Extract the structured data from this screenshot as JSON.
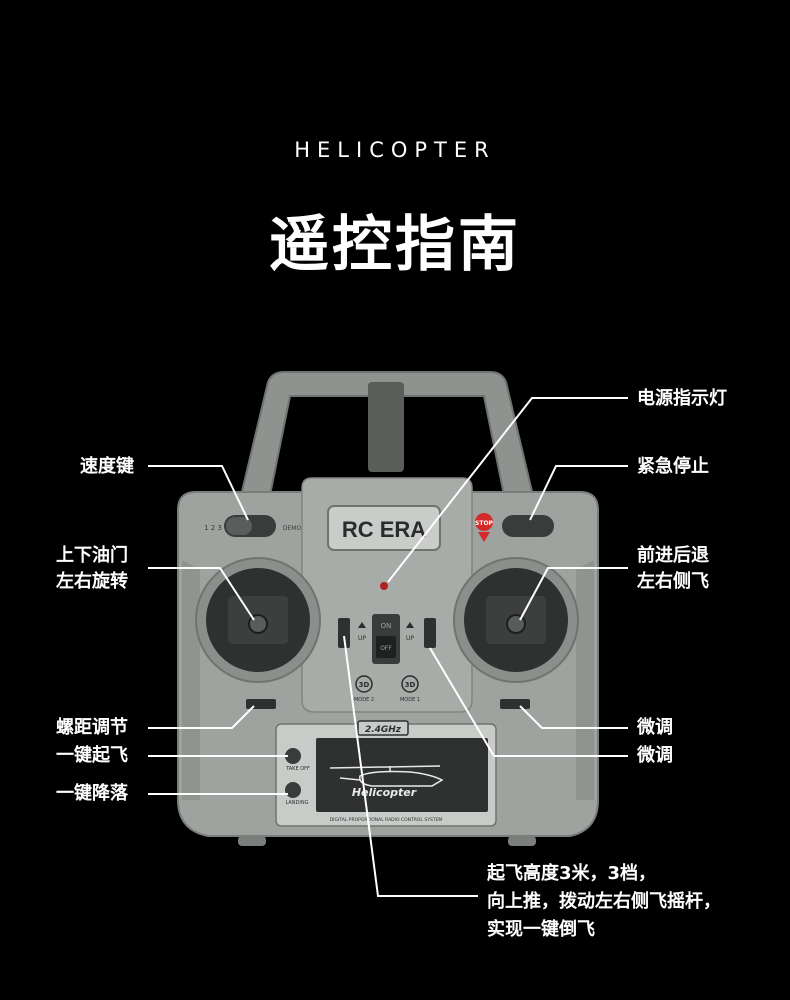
{
  "header": {
    "kicker": "HELICOPTER",
    "title": "遥控指南"
  },
  "device": {
    "brand": "RC ERA",
    "band": "2.4GHz",
    "product": "Helicopter",
    "footer": "DIGITAL PROPORTIONAL RADIO CONTROL SYSTEM",
    "stop_label": "STOP",
    "takeoff_label": "TAKE OFF",
    "landing_label": "LANDING",
    "mode2_label": "MODE 2",
    "mode1_label": "MODE 1",
    "mode2_icon": "3D",
    "mode1_icon": "3D",
    "up_left": "UP",
    "up_right": "UP",
    "switch_top": "ON",
    "switch_bottom": "OFF",
    "speed_left": "1 2 3",
    "speed_right": "DEMO"
  },
  "labels": {
    "power_indicator": "电源指示灯",
    "speed_key": "速度键",
    "emergency_stop": "紧急停止",
    "throttle_line1": "上下油门",
    "throttle_line2": "左右旋转",
    "direction_line1": "前进后退",
    "direction_line2": "左右侧飞",
    "pitch_trim": "螺距调节",
    "trim_1": "微调",
    "one_key_takeoff": "一键起飞",
    "trim_2": "微调",
    "one_key_landing": "一键降落"
  },
  "note": {
    "line1": "起飞高度3米，3档，",
    "line2": "向上推，拨动左右侧飞摇杆，",
    "line3": "实现一键倒飞"
  }
}
